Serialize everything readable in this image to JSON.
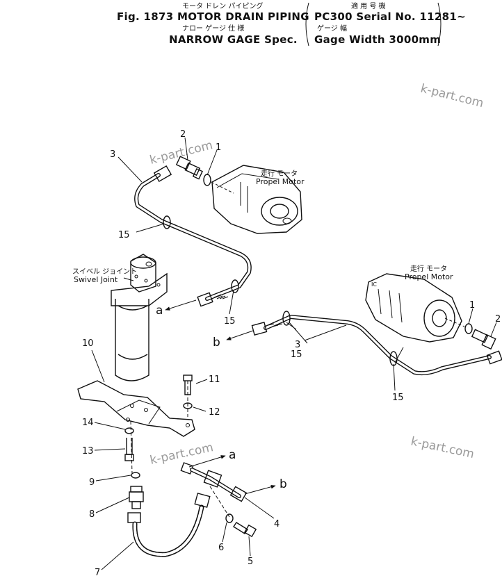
{
  "title": {
    "jp_line1": "モータ ドレン パイピング",
    "fig_line": "Fig. 1873 MOTOR DRAIN PIPING",
    "jp_line2": "ナロー ゲージ 仕 様",
    "spec_line": "NARROW GAGE Spec.",
    "serial_jp": "適 用 号 機",
    "serial_line": "PC300 Serial No. 11281~",
    "width_jp": "ゲージ 幅",
    "width_line": "Gage Width 3000mm"
  },
  "watermarks": [
    "k-part.com",
    "k-part.com",
    "k-part.com",
    "k-part.com"
  ],
  "labels": {
    "propel_motor_jp": "走行 モータ",
    "propel_motor": "Propel Motor",
    "swivel_joint_jp": "スイベル ジョイント",
    "swivel_joint": "Swivel Joint"
  },
  "callouts": {
    "c1a": "1",
    "c1b": "1",
    "c2a": "2",
    "c2b": "2",
    "c3a": "3",
    "c3b": "3",
    "c4": "4",
    "c5": "5",
    "c6": "6",
    "c7": "7",
    "c8": "8",
    "c9": "9",
    "c10": "10",
    "c11": "11",
    "c12": "12",
    "c13": "13",
    "c14": "14",
    "c15a": "15",
    "c15b": "15",
    "c15c": "15",
    "c15d": "15"
  },
  "connectors": {
    "a1": "a",
    "a2": "a",
    "b1": "b",
    "b2": "b"
  }
}
